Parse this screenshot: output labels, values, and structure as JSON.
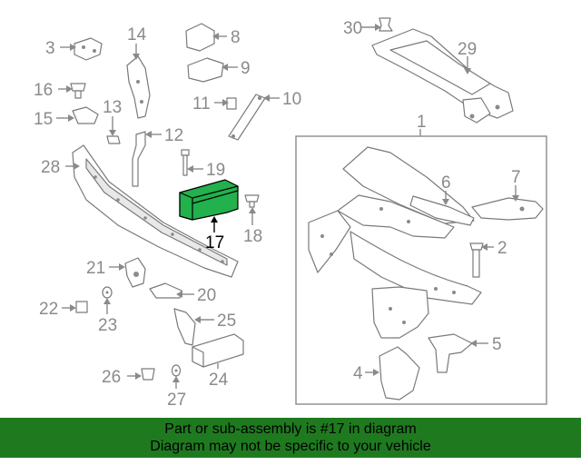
{
  "callouts": {
    "c1": "1",
    "c2": "2",
    "c3": "3",
    "c4": "4",
    "c5": "5",
    "c6": "6",
    "c7": "7",
    "c8": "8",
    "c9": "9",
    "c10": "10",
    "c11": "11",
    "c12": "12",
    "c13": "13",
    "c14": "14",
    "c15": "15",
    "c16": "16",
    "c17": "17",
    "c18": "18",
    "c19": "19",
    "c20": "20",
    "c21": "21",
    "c22": "22",
    "c23": "23",
    "c24": "24",
    "c25": "25",
    "c26": "26",
    "c27": "27",
    "c28": "28",
    "c29": "29",
    "c30": "30"
  },
  "highlight": {
    "part_number": "17",
    "color": "#22b14c"
  },
  "banner": {
    "line1": "Part or sub-assembly is #17 in diagram",
    "line2": "Diagram may not be specific to your vehicle",
    "background": "#1f7a1f"
  }
}
